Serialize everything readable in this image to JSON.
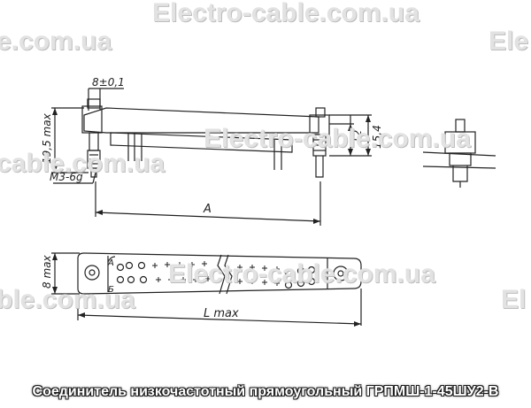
{
  "watermark": {
    "text_full": "Electro-cable.com.ua",
    "text_cut_left": "e.com.ua",
    "text_cut_left_2": "cable.com.ua",
    "text_cut_left_3": "ble.com.ua",
    "text_cut_right": "Ele",
    "text_cut_right_2": "El"
  },
  "dimensions": {
    "tolerance": "8±0,1",
    "height_total": "19,5 max",
    "thread": "M3-6g",
    "length_a": "A",
    "right_top": "15,4",
    "right_mid": "12",
    "width_max": "8 max",
    "length_max": "L max",
    "pin_a": "A",
    "pin_b": "Б"
  },
  "caption": "Соединитель низкочастотный прямоугольный ГРПМШ-1-45ШУ2-В"
}
